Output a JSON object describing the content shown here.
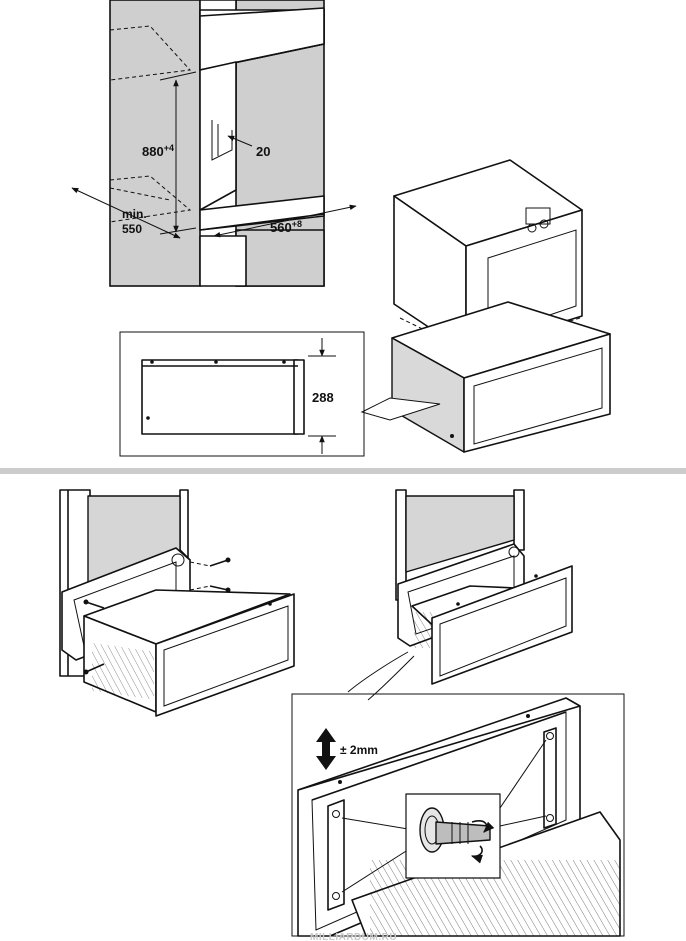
{
  "labels": {
    "height": "880",
    "height_tol": "+4",
    "depth_min": "min.",
    "depth_val": "550",
    "width": "560",
    "width_tol": "+8",
    "gap": "20",
    "drawer_height": "288",
    "adjust": "± 2mm"
  },
  "watermark": "MILLIARDUM.RU",
  "colors": {
    "wall": "#cfcfcf",
    "line": "#111111",
    "separator": "#cccccc"
  }
}
